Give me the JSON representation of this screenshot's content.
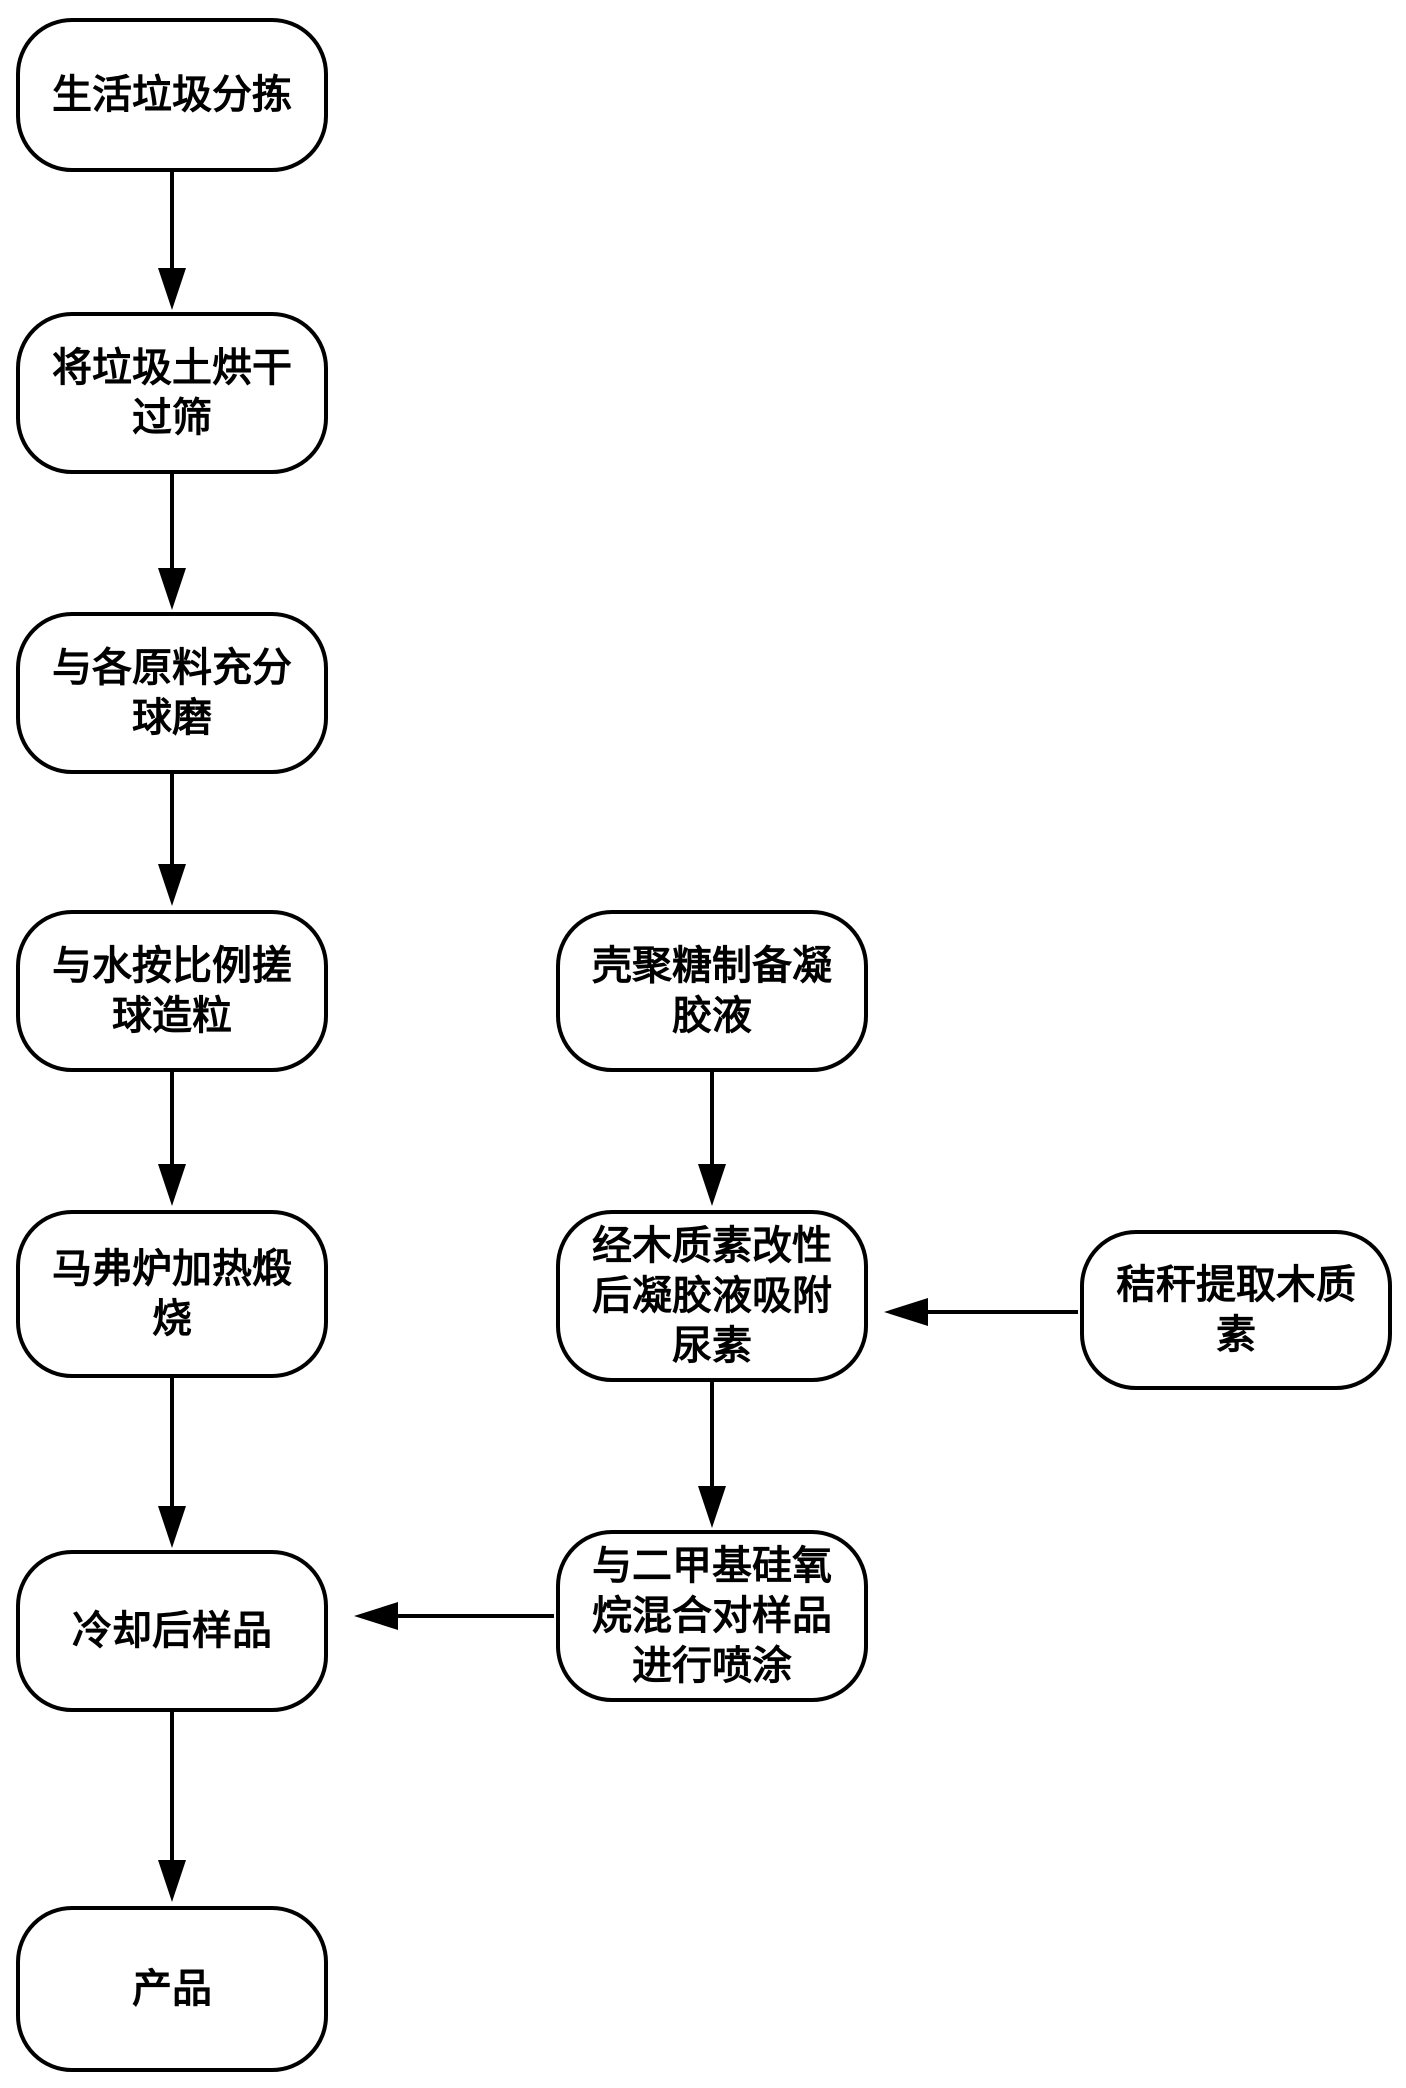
{
  "nodes": {
    "n1": [
      "生活垃圾分拣"
    ],
    "n2": [
      "将垃圾土烘干",
      "过筛"
    ],
    "n3": [
      "与各原料充分",
      "球磨"
    ],
    "n4": [
      "与水按比例搓",
      "球造粒"
    ],
    "n5": [
      "马弗炉加热煅",
      "烧"
    ],
    "n6": [
      "冷却后样品"
    ],
    "n7": [
      "产品"
    ],
    "r1": [
      "壳聚糖制备凝",
      "胶液"
    ],
    "r2": [
      "经木质素改性",
      "后凝胶液吸附",
      "尿素"
    ],
    "r3": [
      "与二甲基硅氧",
      "烷混合对样品",
      "进行喷涂"
    ],
    "s1": [
      "秸秆提取木质",
      "素"
    ]
  }
}
